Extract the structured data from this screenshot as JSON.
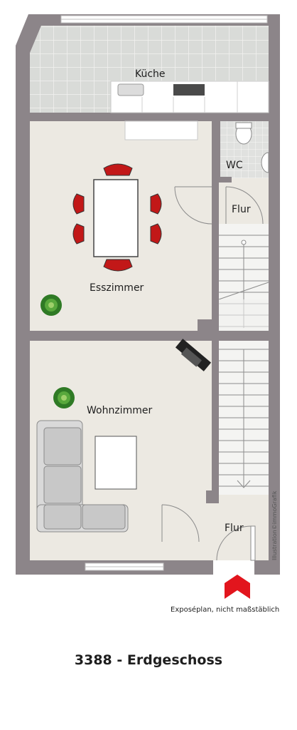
{
  "rooms": {
    "kitchen": "Küche",
    "wc": "WC",
    "hall_upper": "Flur",
    "dining": "Esszimmer",
    "living": "Wohnzimmer",
    "hall_lower": "Flur"
  },
  "copyright": "Illustration©immoGrafik",
  "caption": "Exposéplan, nicht maßstäblich",
  "title": "3388 - Erdgeschoss",
  "colors": {
    "wall": "#8c8589",
    "floor": "#ece9e2",
    "tile": "#d7d9d7",
    "chair": "#c21818",
    "entrance_arrow": "#e2151d"
  }
}
